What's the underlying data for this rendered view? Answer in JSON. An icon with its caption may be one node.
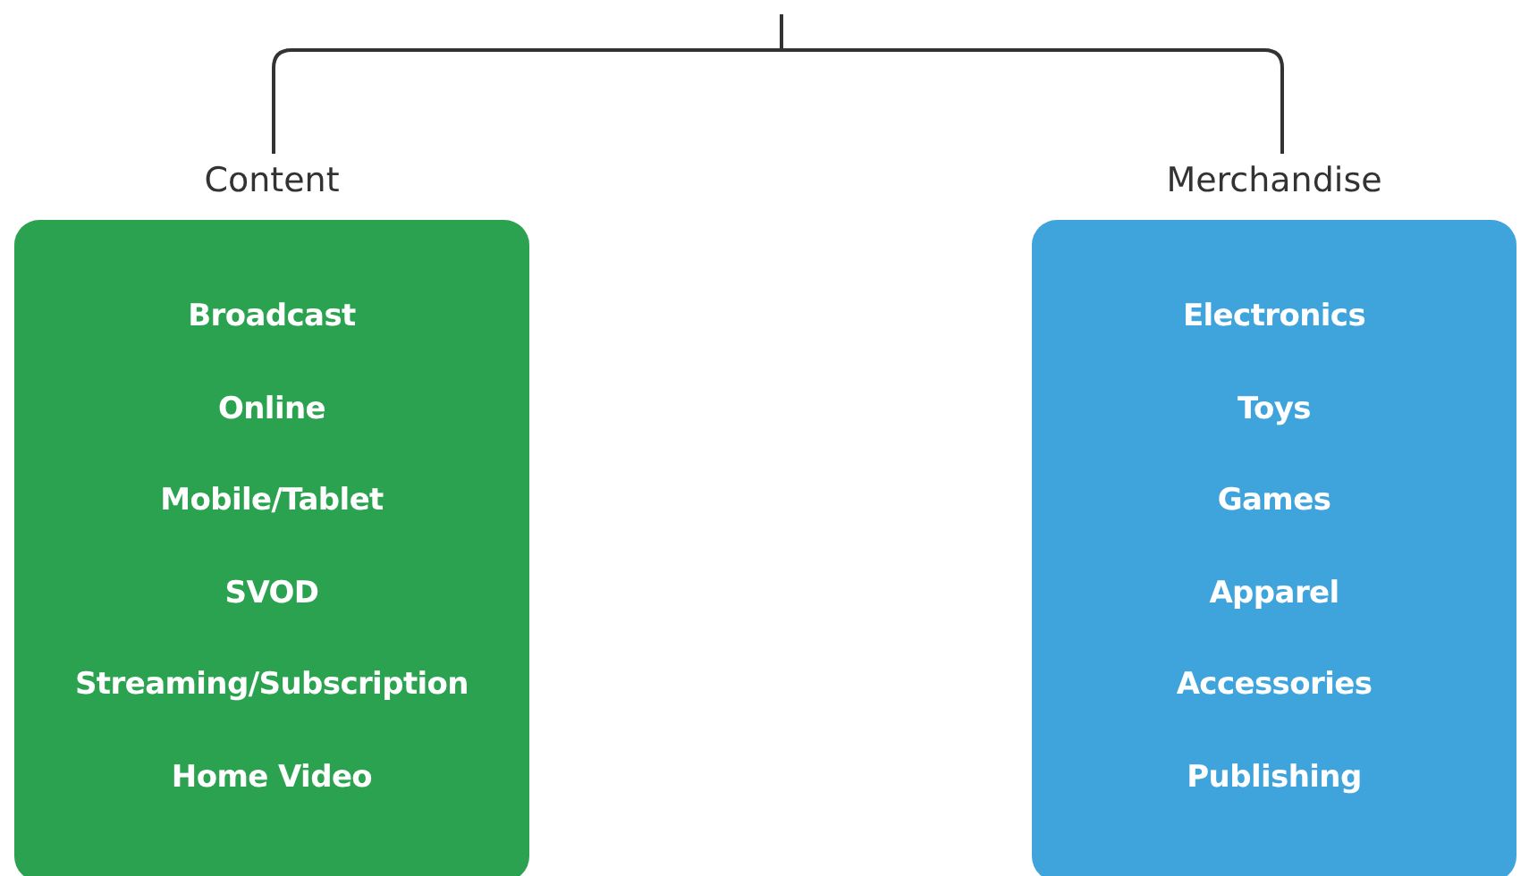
{
  "diagram": {
    "nodes": [
      {
        "text": [
          "Content",
          "Broadcast",
          "Online",
          "Mobile/Tablet",
          "SVOD",
          "Streaming/Subscription",
          "Home Video"
        ]
      },
      {
        "text": [
          "Merchandise",
          "Electronics",
          "Toys",
          "Games",
          "Apparel",
          "Accessories",
          "Publishing"
        ]
      }
    ],
    "edges": [
      {
        "from": null,
        "to": 0,
        "arrow": "none"
      },
      {
        "from": null,
        "to": 1,
        "arrow": "none"
      }
    ]
  }
}
